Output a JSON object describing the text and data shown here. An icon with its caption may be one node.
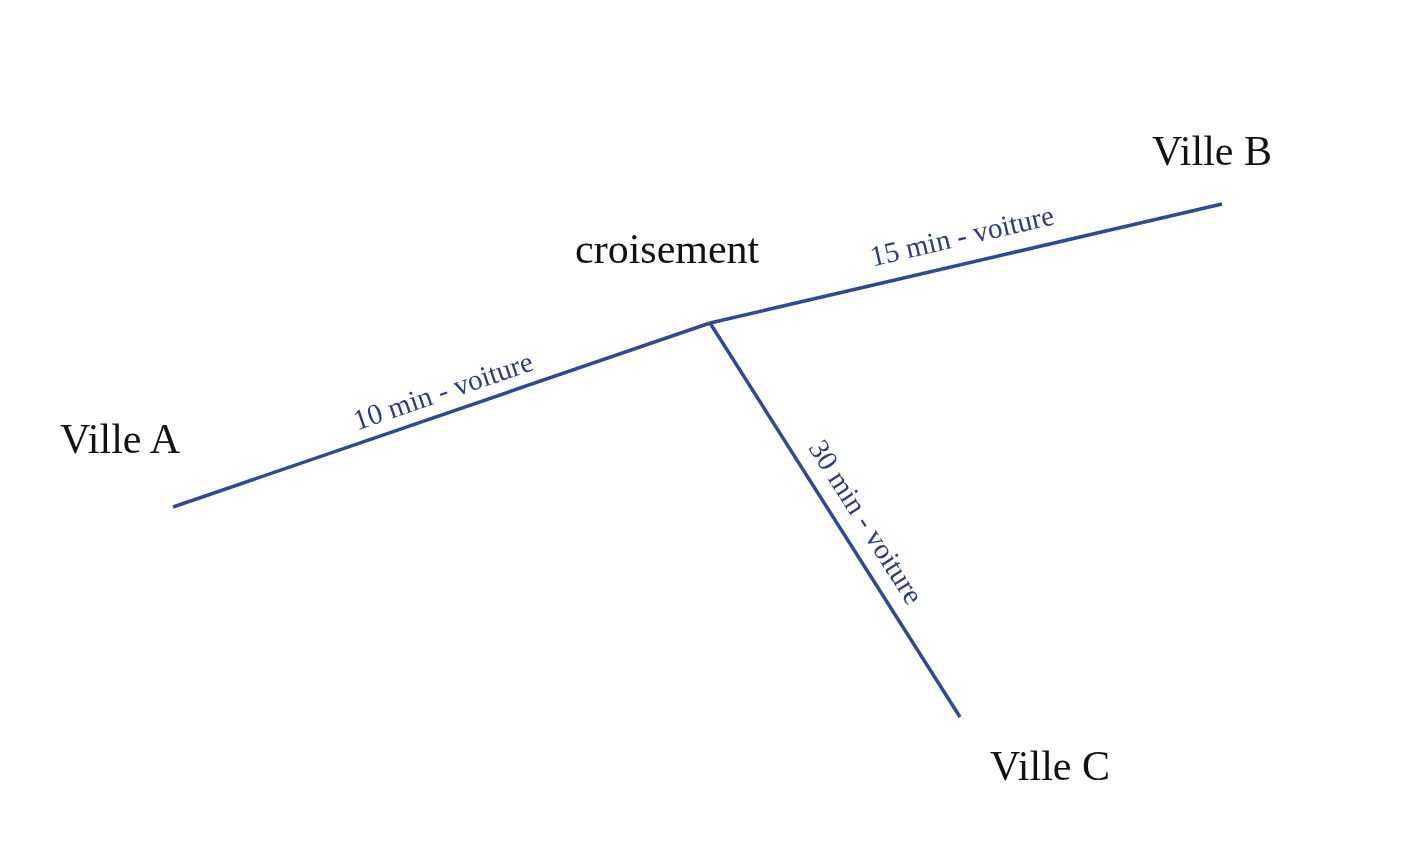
{
  "diagram": {
    "nodes": [
      {
        "text": [
          "Ville A"
        ]
      },
      {
        "text": [
          "croisement"
        ]
      },
      {
        "text": [
          "Ville B"
        ]
      },
      {
        "text": [
          "Ville C"
        ]
      }
    ],
    "edges": [
      {
        "from": 0,
        "to": 1,
        "arrow": "none",
        "label": "10 min - voiture"
      },
      {
        "from": 1,
        "to": 2,
        "arrow": "none",
        "label": "15 min - voiture"
      },
      {
        "from": 1,
        "to": 3,
        "arrow": "none",
        "label": "30 min - voiture"
      }
    ]
  }
}
